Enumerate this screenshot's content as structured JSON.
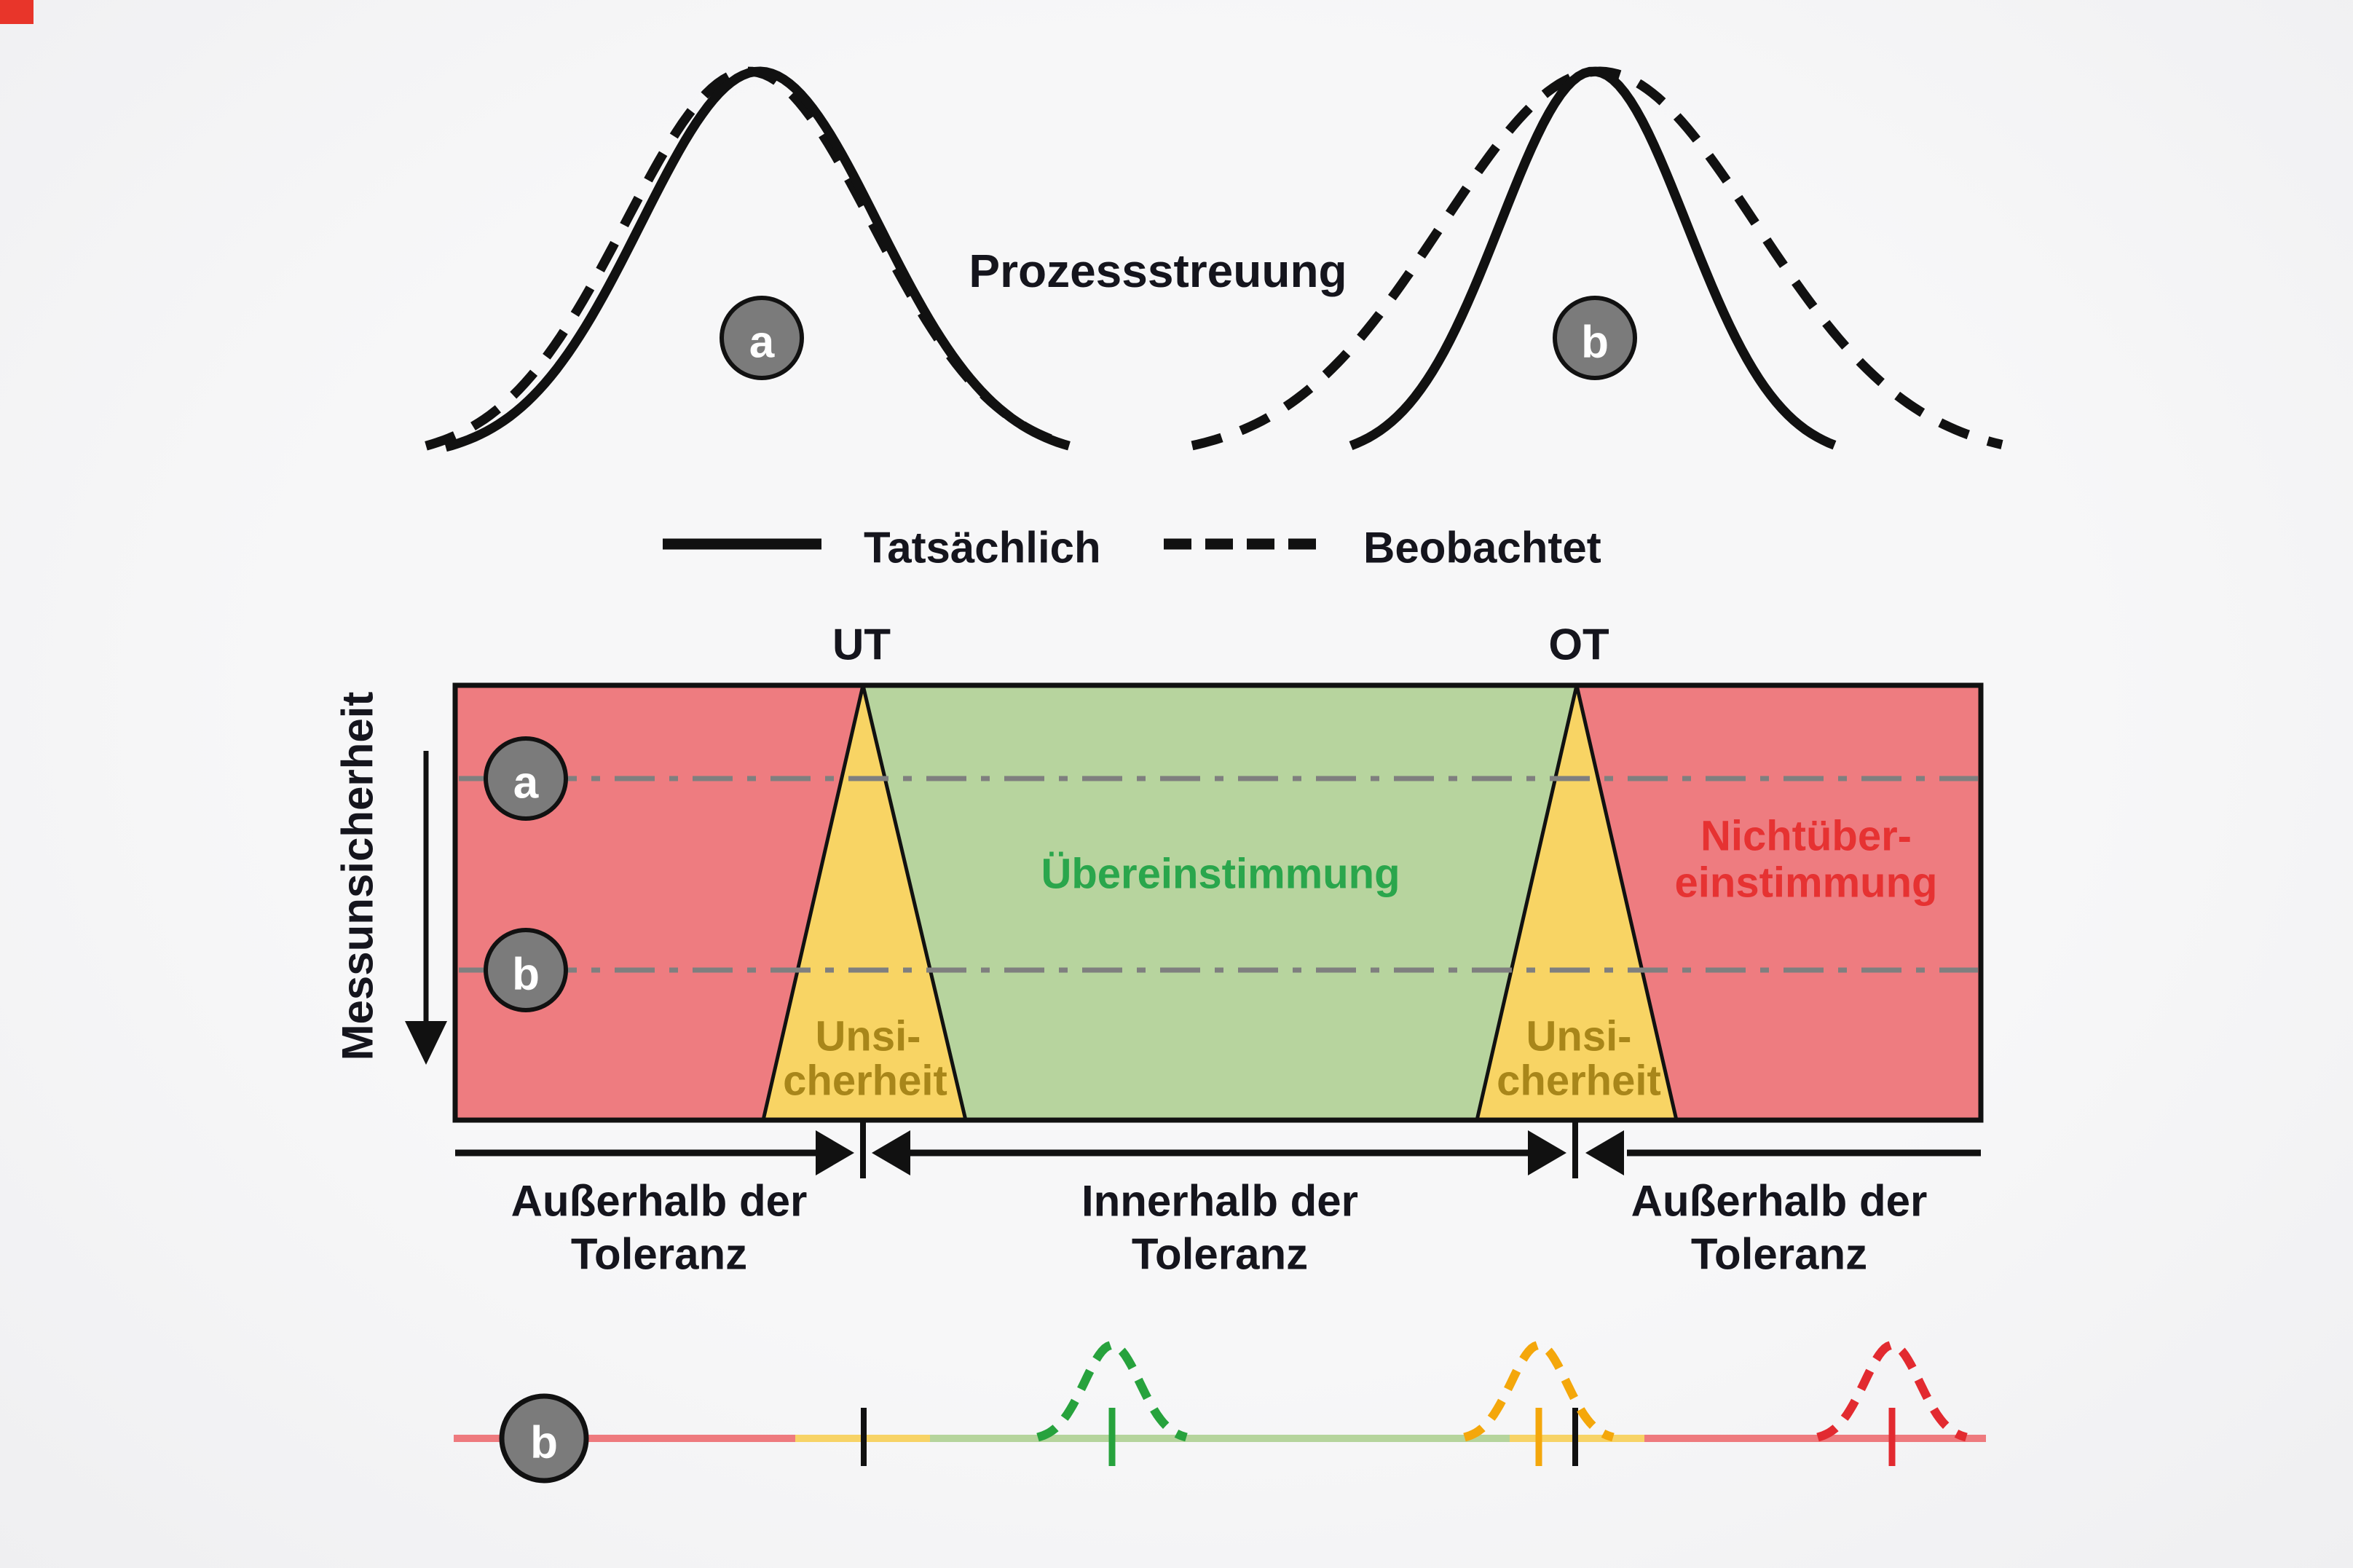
{
  "top": {
    "title": "Prozessstreuung",
    "marker_a": "a",
    "marker_b": "b",
    "legend": {
      "solid_label": "Tatsächlich",
      "dashed_label": "Beobachtet"
    }
  },
  "chart": {
    "ut_label": "UT",
    "ot_label": "OT",
    "y_axis_label": "Messunsicherheit",
    "marker_a": "a",
    "marker_b": "b",
    "conformance_label": "Übereinstimmung",
    "nonconformance_line1": "Nichtüber-",
    "nonconformance_line2": "einstimmung",
    "uncertainty_line1": "Unsi-",
    "uncertainty_line2": "cherheit"
  },
  "axis_labels": {
    "outside_line1": "Außerhalb der",
    "outside_line2": "Toleranz",
    "inside_line1": "Innerhalb der",
    "inside_line2": "Toleranz"
  },
  "bottom": {
    "marker_b": "b"
  },
  "colors": {
    "zone_red": "#ee7c80",
    "zone_green": "#b7d49e",
    "zone_yellow": "#f8d464",
    "text_green": "#2aa64c",
    "text_red": "#e63232",
    "text_gold": "#a8861a",
    "text_dark": "#15151d",
    "marker_fill": "#7b7b7b",
    "gridline_gray": "#7f7f7f",
    "line_black": "#111111",
    "axis_red": "#ee7a7e",
    "axis_yellow": "#f7d366",
    "axis_green": "#b5d49c",
    "bell_green": "#27a23d",
    "bell_orange": "#f4a70b",
    "bell_red": "#e22a30",
    "corner_red": "#e8352a"
  }
}
